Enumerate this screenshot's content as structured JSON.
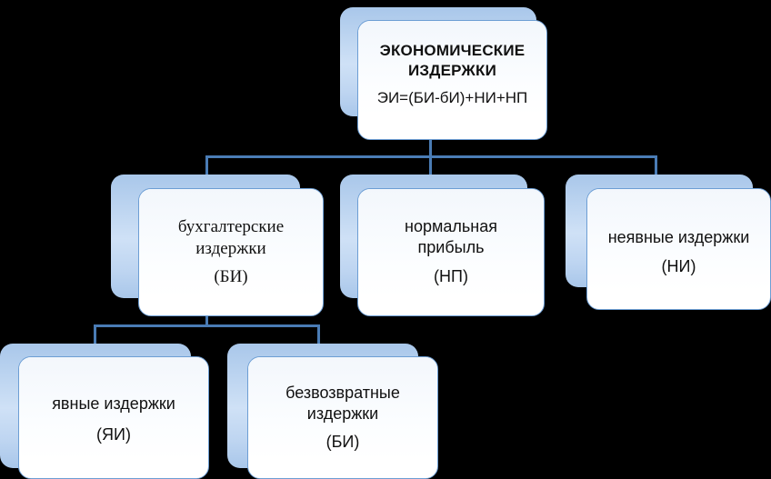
{
  "diagram": {
    "title_node": {
      "heading": "ЭКОНОМИЧЕСКИЕ\nИЗДЕРЖКИ",
      "formula": "ЭИ=(БИ-бИ)+НИ+НП"
    },
    "level2": [
      {
        "label": "бухгалтерские\nиздержки",
        "abbr": "(БИ)"
      },
      {
        "label": "нормальная\nприбыль",
        "abbr": "(НП)"
      },
      {
        "label": "неявные издержки",
        "abbr": "(НИ)"
      }
    ],
    "level3": [
      {
        "label": "явные издержки",
        "abbr": "(ЯИ)"
      },
      {
        "label": "безвозвратные\nиздержки",
        "abbr": "(БИ)"
      }
    ],
    "colors": {
      "background": "#000000",
      "connector": "#4a7cb5",
      "plate_blue_top": "#a9c7ea",
      "plate_blue_mid": "#cfe1f6",
      "card_border": "#6d9ed4",
      "card_fill": "#ffffff",
      "inner_fill": "#f3f7fc",
      "text": "#111111"
    }
  }
}
